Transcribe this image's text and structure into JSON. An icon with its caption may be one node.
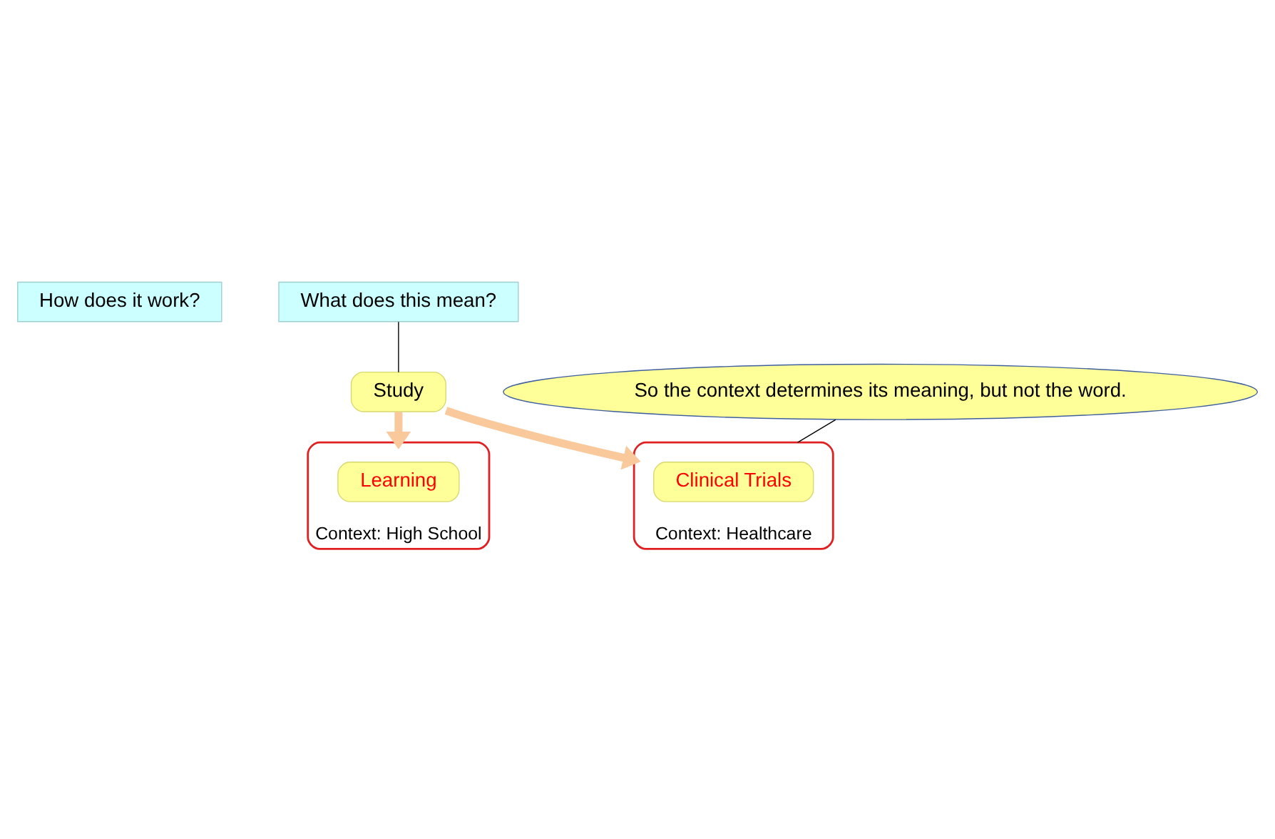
{
  "diagram": {
    "nodes": [
      {
        "text": [
          "How does it work?"
        ]
      },
      {
        "text": [
          "What does this mean?"
        ]
      },
      {
        "text": [
          "Study"
        ]
      },
      {
        "text": [
          "Context: High School"
        ]
      },
      {
        "text": [
          "Learning"
        ],
        "in": 3
      },
      {
        "text": [
          "Context: Healthcare"
        ]
      },
      {
        "text": [
          "Clinical Trials"
        ],
        "in": 5
      },
      {
        "text": [
          "So the context determines its meaning, but not the word."
        ]
      }
    ],
    "edges": [
      {
        "from": 1,
        "to": 2,
        "arrow": "none"
      },
      {
        "from": 2,
        "to": 3,
        "arrow": "to",
        "style": "thick",
        "color": "#f9c89b"
      },
      {
        "from": 2,
        "to": 5,
        "arrow": "to",
        "style": "thick",
        "color": "#f9c89b"
      },
      {
        "from": 7,
        "to": 5,
        "arrow": "none"
      }
    ]
  }
}
